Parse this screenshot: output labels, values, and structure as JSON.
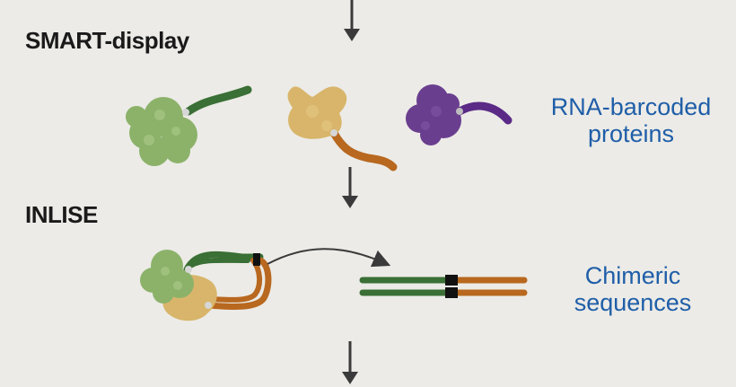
{
  "steps": {
    "smart_display": "SMART-display",
    "inlise": "INLISE"
  },
  "labels": {
    "rna_barcoded_line1": "RNA-barcoded",
    "rna_barcoded_line2": "proteins",
    "chimeric_line1": "Chimeric",
    "chimeric_line2": "sequences"
  },
  "colors": {
    "background": "#ecebe7",
    "label_blue": "#1f5ea8",
    "green_protein": "#8cb26a",
    "yellow_protein": "#d8b56a",
    "purple_protein": "#6a3e8f",
    "green_strand": "#3a6f35",
    "orange_strand": "#b8681f",
    "purple_strand": "#5a2a86",
    "arrow": "#3a3a3a"
  }
}
